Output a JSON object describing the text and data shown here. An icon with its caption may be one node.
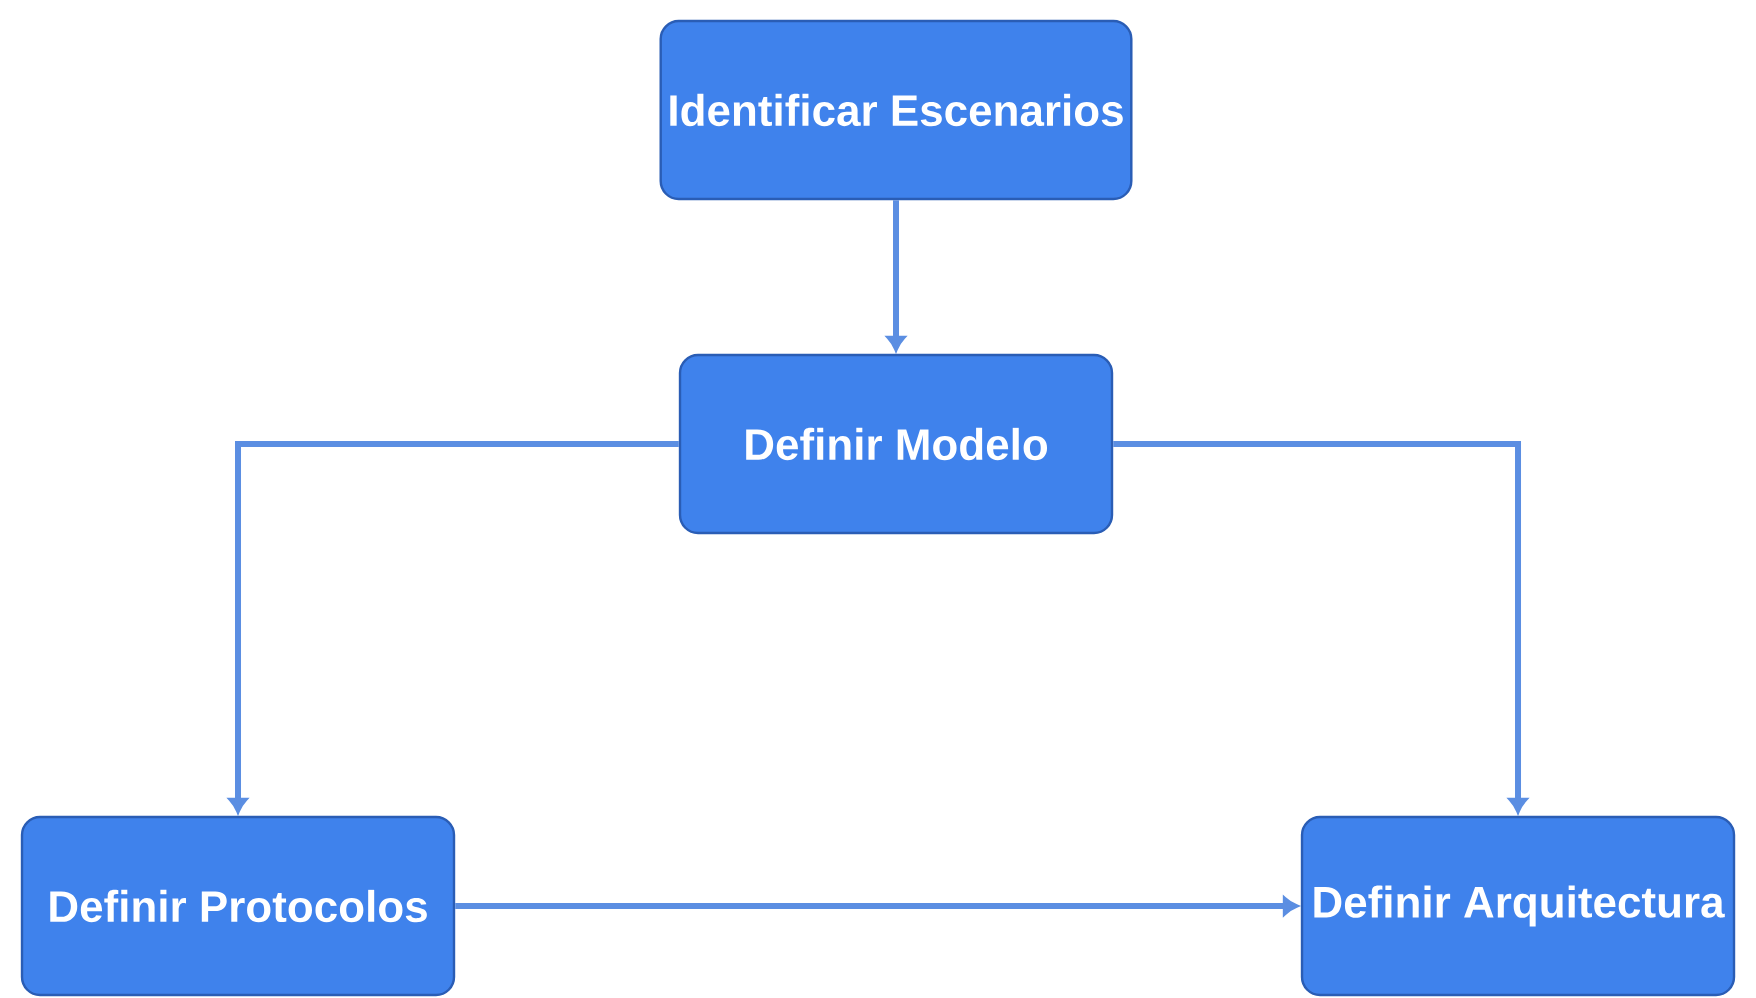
{
  "diagram": {
    "nodes": [
      {
        "text": [
          "Identificar Escenarios"
        ]
      },
      {
        "text": [
          "Definir Modelo"
        ]
      },
      {
        "text": [
          "Definir Protocolos"
        ]
      },
      {
        "text": [
          "Definir Arquitectura"
        ]
      }
    ],
    "edges": [
      {
        "from": 0,
        "to": 1,
        "arrow": "to"
      },
      {
        "from": 1,
        "to": 2,
        "arrow": "to"
      },
      {
        "from": 1,
        "to": 3,
        "arrow": "to"
      },
      {
        "from": 2,
        "to": 3,
        "arrow": "to"
      }
    ]
  }
}
